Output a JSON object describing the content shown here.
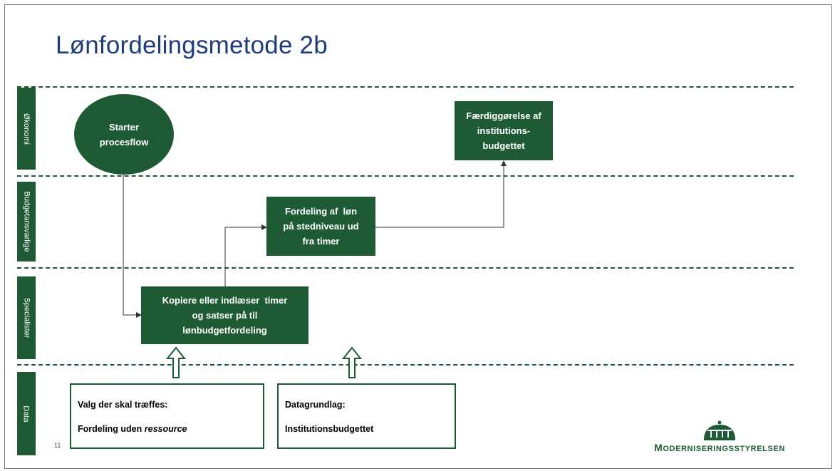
{
  "title": "Lønfordelingsmetode 2b",
  "lanes": [
    "Økonomi",
    "Budgetansvarlige",
    "Specialister",
    "Data"
  ],
  "nodes": {
    "start": [
      "Starter",
      "procesflow"
    ],
    "final": [
      "Færdiggørelse af",
      "institutions-",
      "budgettet"
    ],
    "distribution": [
      "Fordeling af  løn",
      "på stedniveau ud",
      "fra timer"
    ],
    "copy": [
      "Kopiere eller indlæser  timer",
      "og satser på til",
      "lønbudgetfordeling"
    ]
  },
  "data_boxes": {
    "choices": {
      "heading": "Valg der skal træffes:",
      "text_prefix": "Fordeling uden ",
      "text_italic": "ressource"
    },
    "basis": {
      "heading": "Datagrundlag:",
      "text": "Institutionsbudgettet"
    }
  },
  "page_number": "11",
  "logo": {
    "first_letter": "M",
    "rest": "ODERNISERINGSSTYRELSEN",
    "icon": "crown-icon"
  },
  "colors": {
    "green": "#1e5b35",
    "title_blue": "#1f3d7a"
  }
}
